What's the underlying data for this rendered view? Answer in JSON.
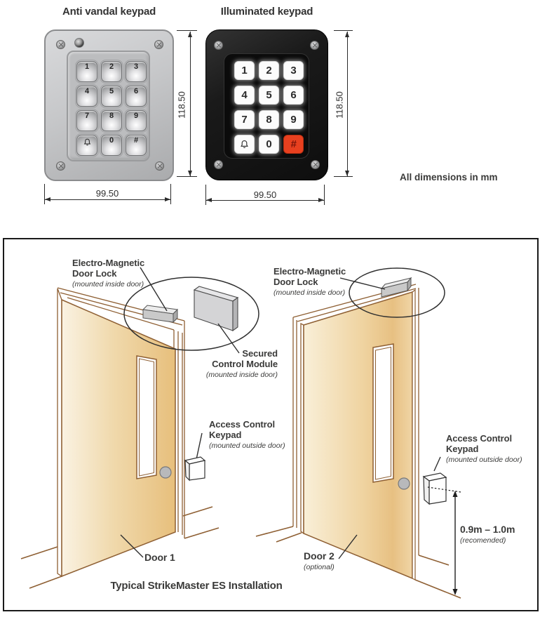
{
  "top": {
    "left_title": "Anti vandal keypad",
    "right_title": "Illuminated keypad",
    "note": "All dimensions in mm",
    "dim_height": "118.50",
    "dim_width": "99.50",
    "keys": [
      "1",
      "2",
      "3",
      "4",
      "5",
      "6",
      "7",
      "8",
      "9",
      "0",
      "#"
    ],
    "bell_key_icon": "bell-icon",
    "hash_key_color": "#e8401f"
  },
  "diagram": {
    "em_lock": {
      "line1": "Electro-Magnetic",
      "line2": "Door Lock",
      "note": "(mounted inside door)"
    },
    "secured_module": {
      "line1": "Secured",
      "line2": "Control Module",
      "note": "(mounted inside door)"
    },
    "access_keypad": {
      "line1": "Access Control",
      "line2": "Keypad",
      "note": "(mounted outside door)"
    },
    "door1_label": "Door 1",
    "door2_label": "Door 2",
    "door2_note": "(optional)",
    "mount_height": "0.9m – 1.0m",
    "mount_height_note": "(recomended)",
    "caption": "Typical StrikeMaster ES Installation"
  },
  "colors": {
    "door_wood_light": "#faf1dc",
    "door_wood_dark": "#e7bf7c",
    "frame_line": "#8e5f33",
    "text": "#3a3a39",
    "hash_key": "#e8401f",
    "callout_line": "#2f2f2f"
  }
}
